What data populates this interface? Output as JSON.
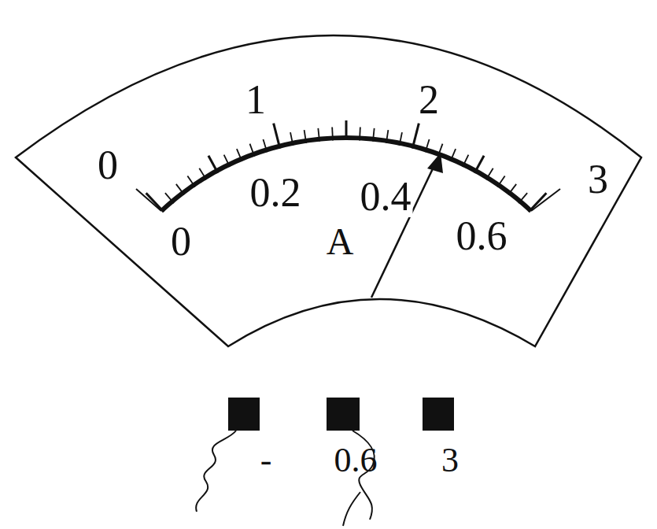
{
  "diagram": {
    "labels": [
      "0",
      "1",
      "2",
      "3",
      "0",
      "0.2",
      "0.4",
      "0.6",
      "A",
      "-",
      "0.6",
      "3"
    ]
  }
}
